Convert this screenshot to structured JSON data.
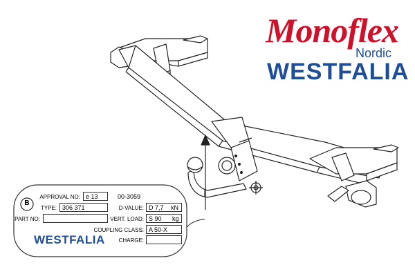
{
  "logo": {
    "monoflex": "Monoflex",
    "registered": "®",
    "nordic": "Nordic",
    "westfalia": "WESTFALIA"
  },
  "plate": {
    "badge": "B",
    "approval_no_label": "APPROVAL NO:",
    "approval_prefix": "e 13",
    "approval_number": "00-3059",
    "type_label": "TYPE:",
    "type_value": "306 371",
    "part_no_label": "PART NO:",
    "part_no_value": "",
    "d_value_label": "D-VALUE:",
    "d_value": "D 7,7",
    "d_unit": "kN",
    "vert_load_label": "VERT. LOAD:",
    "vert_load": "S 90",
    "vert_unit": "kg",
    "coupling_class_label": "COUPLING CLASS:",
    "coupling_class": "A 50-X",
    "charge_label": "CHARGE:",
    "charge_value": "",
    "brand": "WESTFALIA"
  },
  "colors": {
    "monoflex_red": "#d0112b",
    "westfalia_blue": "#1f4e96",
    "line": "#222222"
  }
}
